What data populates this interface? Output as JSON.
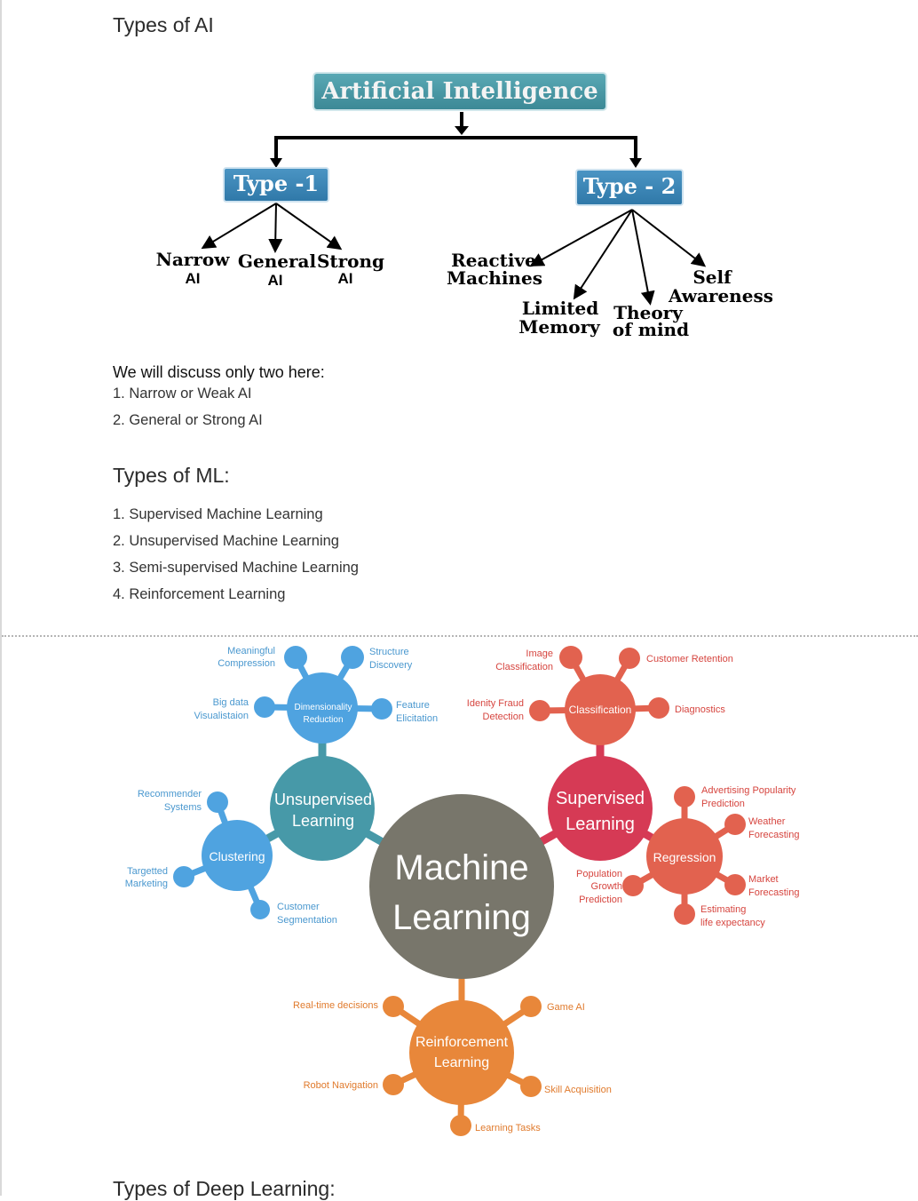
{
  "section_ai": {
    "heading": "Types of AI",
    "diagram": {
      "root": "Artificial Intelligence",
      "type1": {
        "label": "Type -1",
        "children": [
          [
            "Narrow",
            "AI"
          ],
          [
            "General",
            "AI"
          ],
          [
            "Strong",
            "AI"
          ]
        ]
      },
      "type2": {
        "label": "Type - 2",
        "children": [
          [
            "Reactive",
            "Machines"
          ],
          [
            "Limited",
            "Memory"
          ],
          [
            "Theory",
            "of mind"
          ],
          [
            "Self",
            "Awareness"
          ]
        ]
      }
    },
    "intro": "We will discuss only two here:",
    "items": [
      "1. Narrow or Weak AI",
      "2. General or Strong AI"
    ]
  },
  "section_ml": {
    "heading": "Types of ML:",
    "items": [
      "1. Supervised Machine Learning",
      "2. Unsupervised Machine Learning",
      "3. Semi-supervised Machine Learning",
      "4. Reinforcement Learning"
    ],
    "mindmap": {
      "center": [
        "Machine",
        "Learning"
      ],
      "colors": {
        "center": "#78766b",
        "unsup": "#4799a8",
        "blue": "#4fa3e0",
        "sup": "#d63a55",
        "red": "#e2624f",
        "orange": "#e8873a"
      },
      "unsupervised": {
        "label": [
          "Unsupervised",
          "Learning"
        ],
        "dim": {
          "label": [
            "Dimensionality",
            "Reduction"
          ],
          "leaves": [
            [
              "Meaningful",
              "Compression"
            ],
            [
              "Structure",
              "Discovery"
            ],
            [
              "Big data",
              "Visualistaion"
            ],
            [
              "Feature",
              "Elicitation"
            ]
          ]
        },
        "clustering": {
          "label": "Clustering",
          "leaves": [
            [
              "Recommender",
              "Systems"
            ],
            [
              "Targetted",
              "Marketing"
            ],
            [
              "Customer",
              "Segmentation"
            ]
          ]
        }
      },
      "supervised": {
        "label": [
          "Supervised",
          "Learning"
        ],
        "classification": {
          "label": "Classification",
          "leaves": [
            [
              "Image",
              "Classification"
            ],
            [
              "Customer Retention"
            ],
            [
              "Idenity Fraud",
              "Detection"
            ],
            [
              "Diagnostics"
            ]
          ]
        },
        "regression": {
          "label": "Regression",
          "leaves": [
            [
              "Advertising Popularity",
              "Prediction"
            ],
            [
              "Weather",
              "Forecasting"
            ],
            [
              "Population",
              "Growth",
              "Prediction"
            ],
            [
              "Market",
              "Forecasting"
            ],
            [
              "Estimating",
              "life expectancy"
            ]
          ]
        }
      },
      "reinforcement": {
        "label": [
          "Reinforcement",
          "Learning"
        ],
        "leaves": [
          [
            "Real-time decisions"
          ],
          [
            "Game AI"
          ],
          [
            "Robot Navigation"
          ],
          [
            "Skill Acquisition"
          ],
          [
            "Learning Tasks"
          ]
        ]
      }
    }
  },
  "section_dl": {
    "heading": "Types of Deep Learning:"
  }
}
